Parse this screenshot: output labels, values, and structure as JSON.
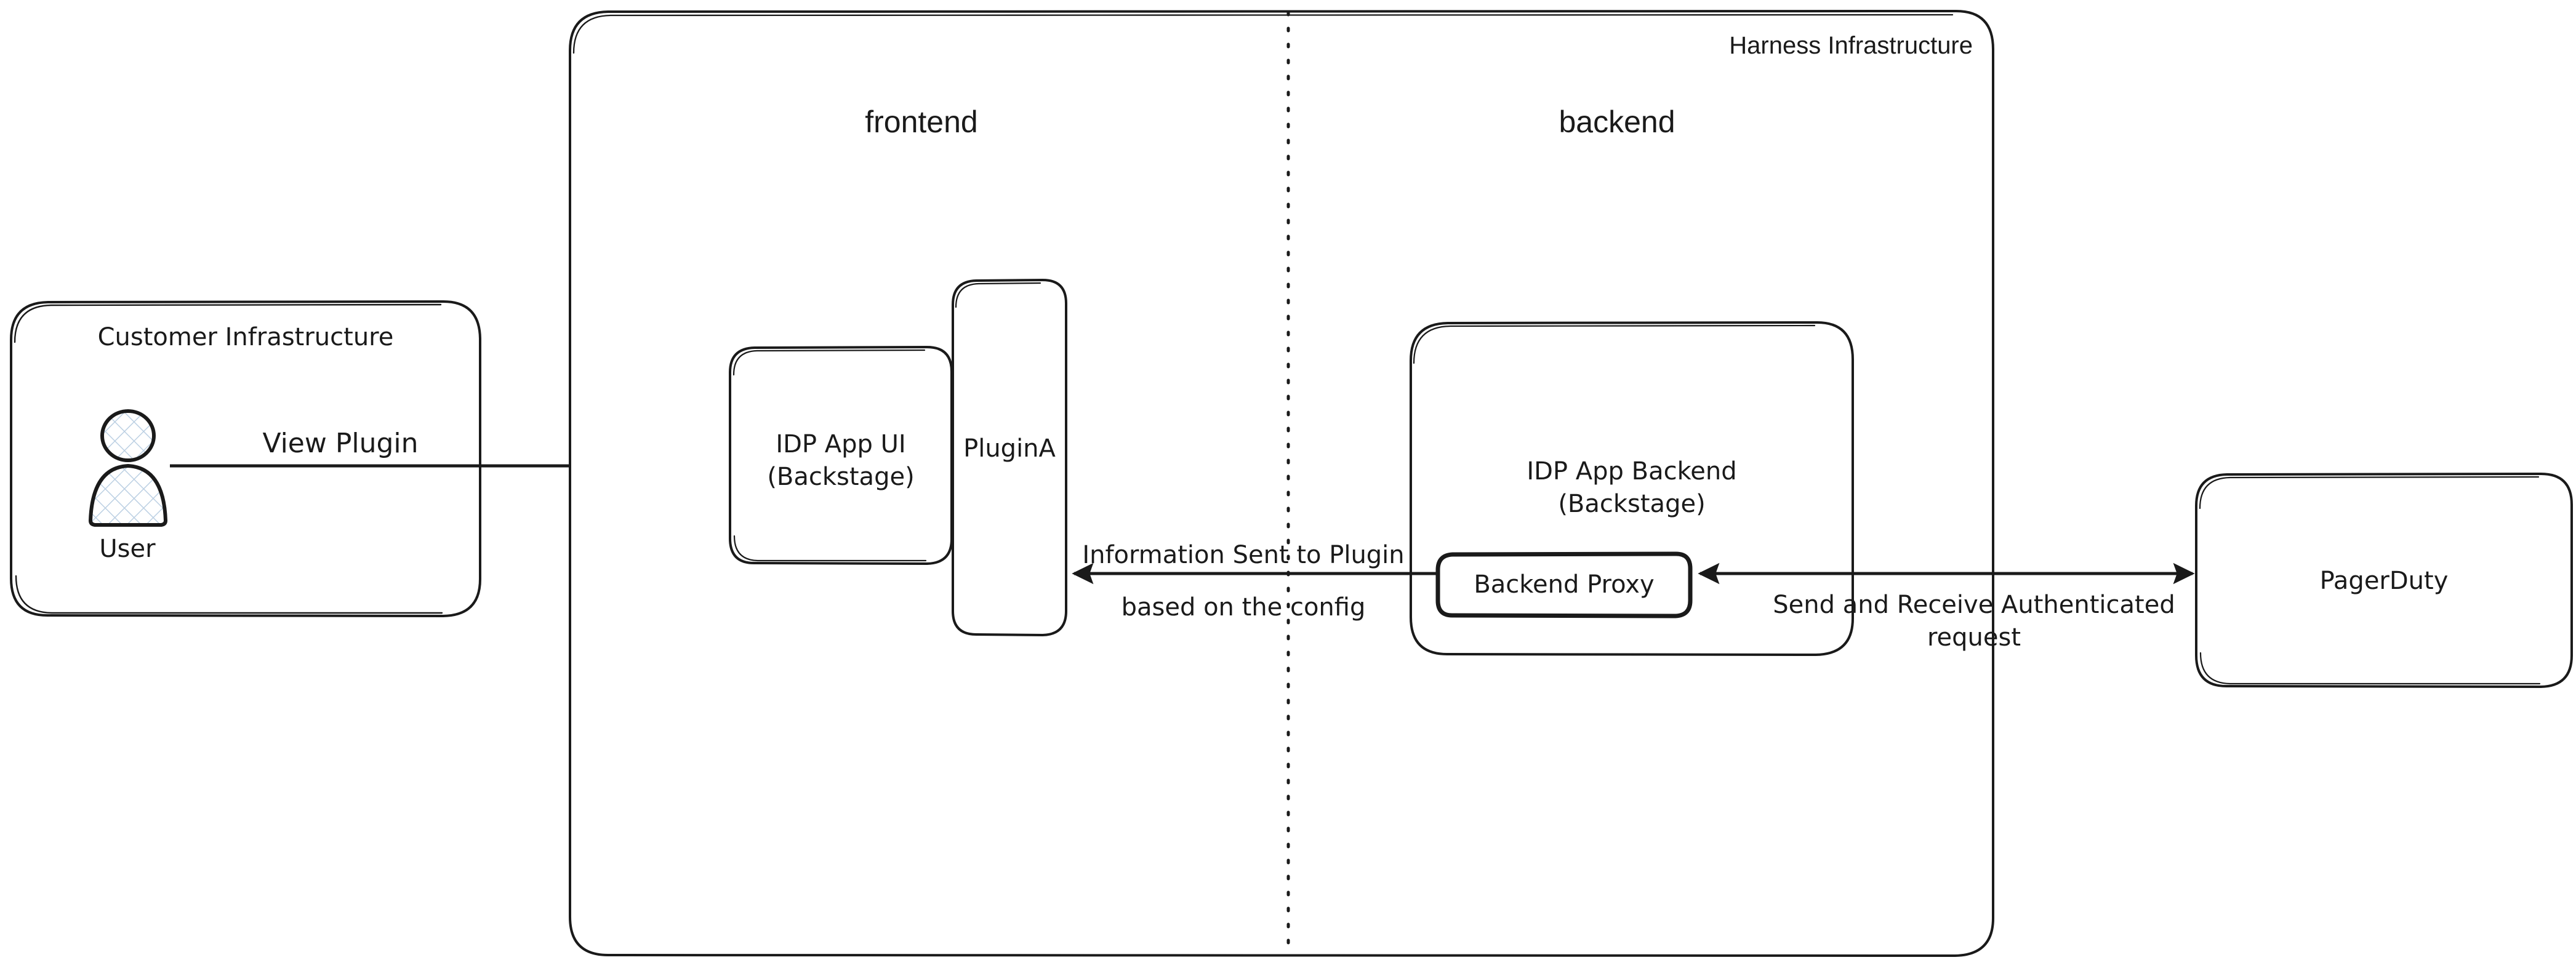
{
  "diagram": {
    "title_visible": false,
    "background_color": "#ffffff",
    "ink_color": "#1a1a1a",
    "accent_color": "#a6d9fc"
  },
  "customer_infrastructure": {
    "label": "Customer Infrastructure",
    "actor": {
      "label": "User",
      "icon": "user-actor-icon"
    }
  },
  "harness_infrastructure": {
    "label": "Harness Infrastructure",
    "lanes": {
      "frontend": "frontend",
      "backend": "backend"
    },
    "frontend_nodes": {
      "idp_app_ui_line1": "IDP App UI",
      "idp_app_ui_line2": "(Backstage)",
      "plugin": "PluginA"
    },
    "backend_nodes": {
      "idp_app_backend_line1": "IDP App Backend",
      "idp_app_backend_line2": "(Backstage)",
      "backend_proxy": "Backend Proxy"
    }
  },
  "external_service": {
    "label": "PagerDuty",
    "fill_color": "#a6d9fc"
  },
  "edges": [
    {
      "id": "user-to-idp-ui",
      "label": "View Plugin",
      "from": "User",
      "to": "IDP App UI (Backstage)",
      "direction": "one-way"
    },
    {
      "id": "proxy-to-plugin",
      "label_line1": "Information Sent to Plugin",
      "label_line2": "based on the config",
      "from": "Backend Proxy",
      "to": "PluginA",
      "direction": "one-way"
    },
    {
      "id": "proxy-pagerduty",
      "label_line1": "Send and Receive Authenticated",
      "label_line2": "request",
      "from": "Backend Proxy",
      "to": "PagerDuty",
      "direction": "two-way"
    }
  ]
}
